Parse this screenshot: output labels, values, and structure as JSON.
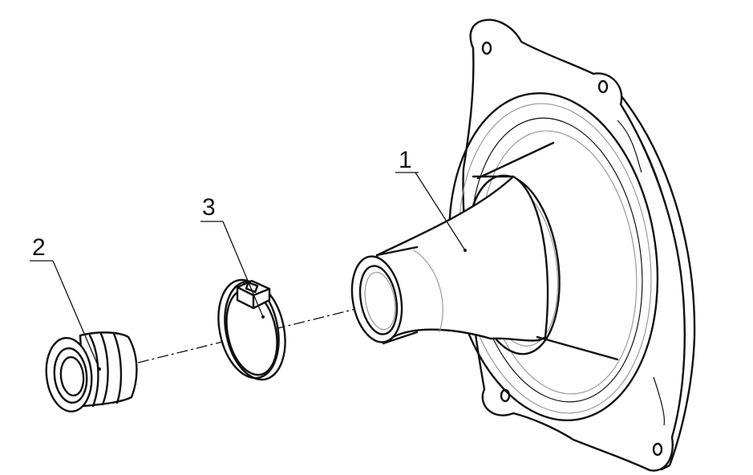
{
  "callouts": [
    {
      "id": "part-1",
      "text": "1"
    },
    {
      "id": "part-2",
      "text": "2"
    },
    {
      "id": "part-3",
      "text": "3"
    }
  ]
}
